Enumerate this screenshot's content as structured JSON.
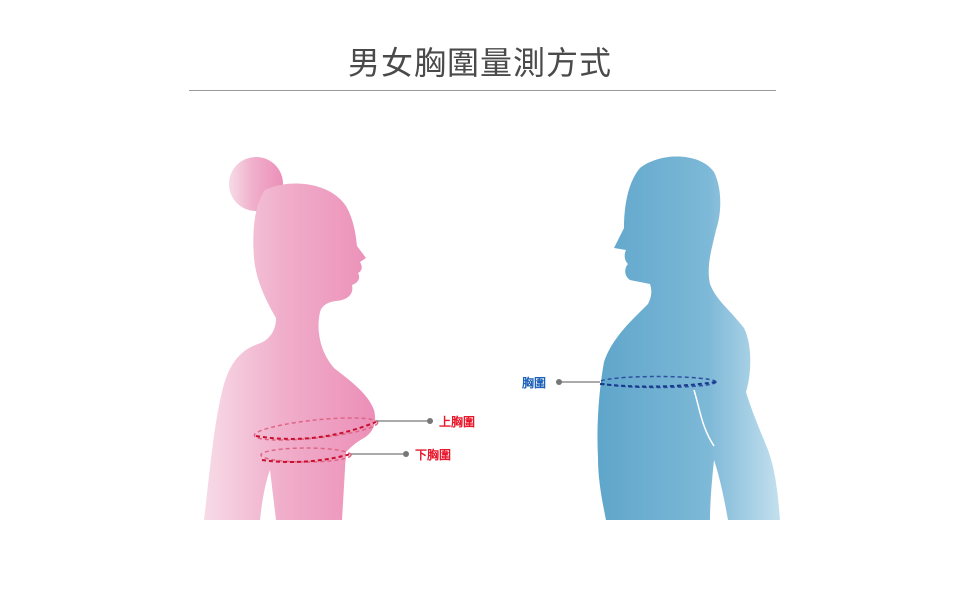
{
  "title": "男女胸圍量測方式",
  "female": {
    "upper_chest_label": "上胸圍",
    "lower_chest_label": "下胸圍",
    "label_color": "#e8182c"
  },
  "male": {
    "chest_label": "胸圍",
    "label_color": "#1f63b8"
  }
}
